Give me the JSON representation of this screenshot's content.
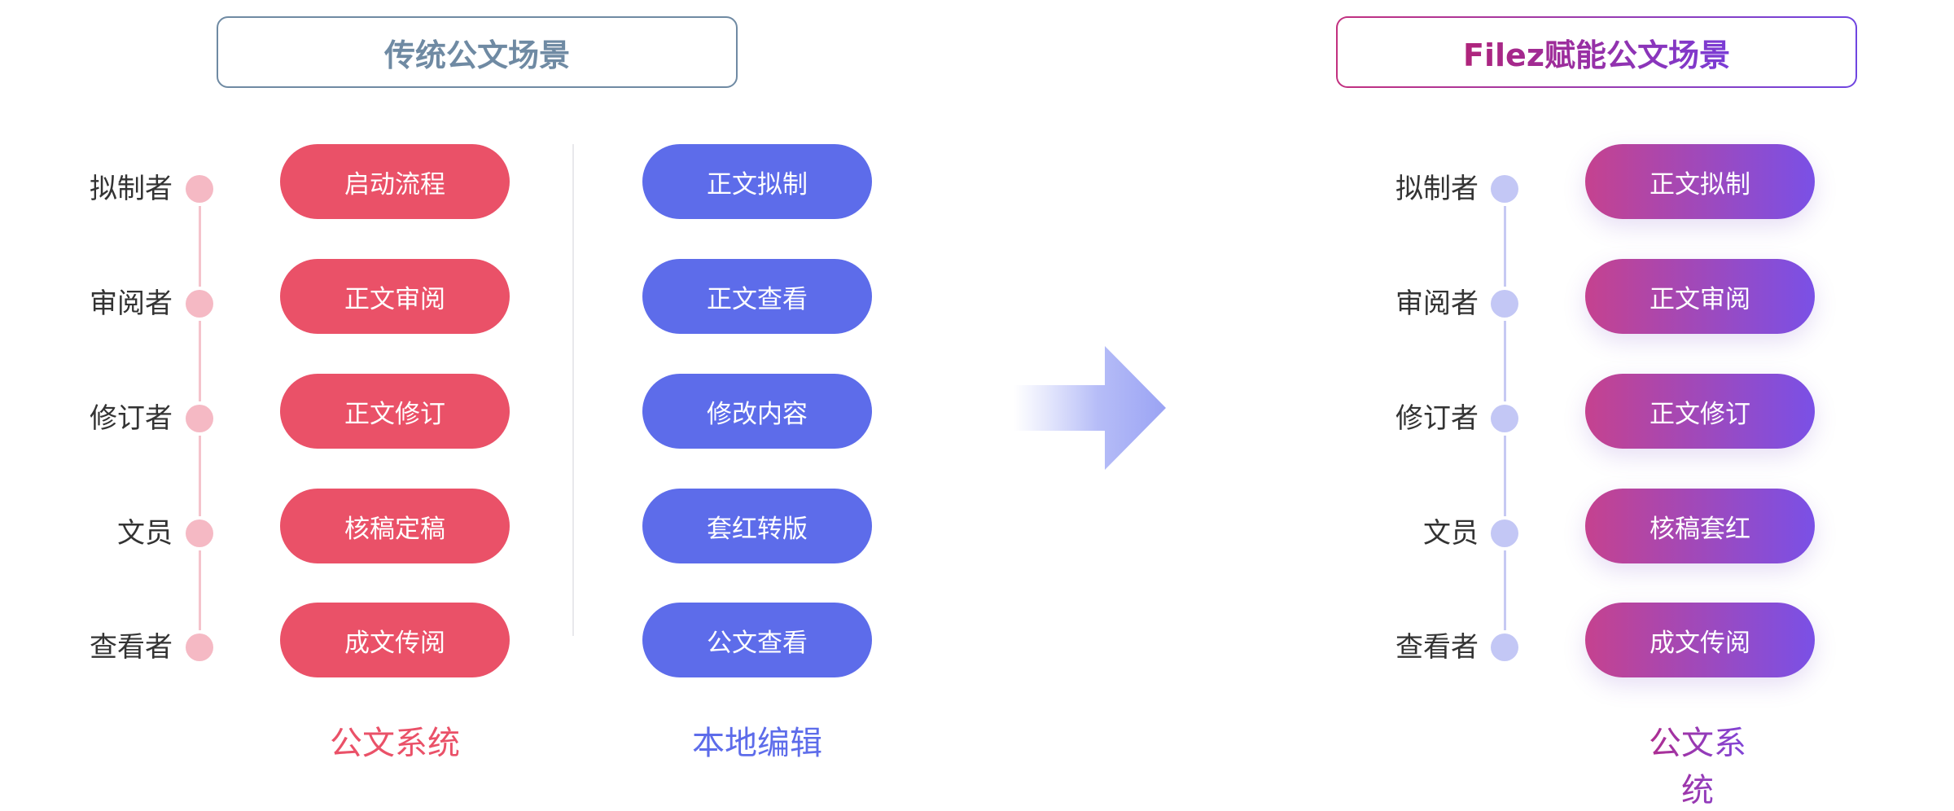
{
  "left": {
    "title": "传统公文场景",
    "roles": [
      "拟制者",
      "审阅者",
      "修订者",
      "文员",
      "查看者"
    ],
    "system_steps": [
      "启动流程",
      "正文审阅",
      "正文修订",
      "核稿定稿",
      "成文传阅"
    ],
    "system_label": "公文系统",
    "local_steps": [
      "正文拟制",
      "正文查看",
      "修改内容",
      "套红转版",
      "公文查看"
    ],
    "local_label": "本地编辑"
  },
  "right": {
    "title": "Filez赋能公文场景",
    "roles": [
      "拟制者",
      "审阅者",
      "修订者",
      "文员",
      "查看者"
    ],
    "steps": [
      "正文拟制",
      "正文审阅",
      "正文修订",
      "核稿套红",
      "成文传阅"
    ],
    "system_label": "公文系统"
  },
  "colors": {
    "red": "#ea5168",
    "blue": "#5d6cea",
    "gradient_start": "#c5428f",
    "gradient_end": "#7a50e6",
    "title_left": "#6f8aa3"
  },
  "icons": {
    "arrow": "arrow-right-icon"
  }
}
